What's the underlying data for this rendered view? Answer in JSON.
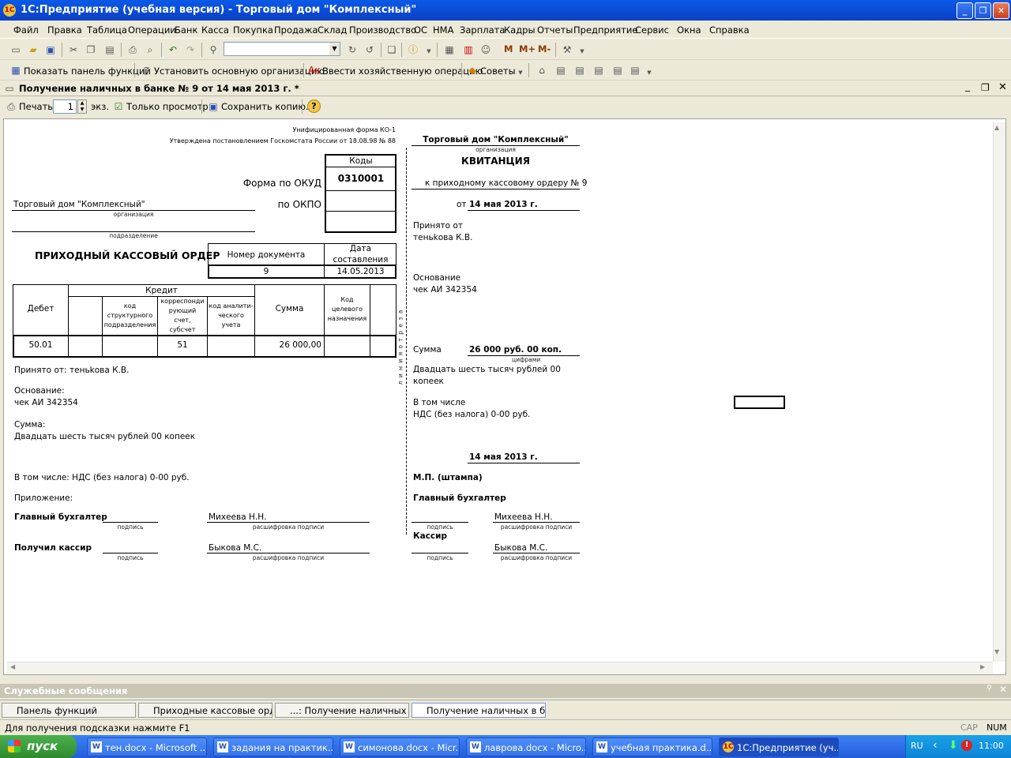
{
  "window": {
    "title": "1С:Предприятие (учебная версия) - Торговый дом \"Комплексный\"",
    "logo": "1С",
    "min": "_",
    "max": "❐",
    "close": "✕"
  },
  "menu": [
    "Файл",
    "Правка",
    "Таблица",
    "Операции",
    "Банк",
    "Касса",
    "Покупка",
    "Продажа",
    "Склад",
    "Производство",
    "ОС",
    "НМА",
    "Зарплата",
    "Кадры",
    "Отчеты",
    "Предприятие",
    "Сервис",
    "Окна",
    "Справка"
  ],
  "toolbar1": {
    "m": "M",
    "mplus": "M+",
    "mminus": "M-"
  },
  "toolbar2": {
    "panel": "Показать панель функций",
    "org": "Установить основную организацию",
    "op": "Ввести хозяйственную операцию",
    "tips": "Советы"
  },
  "doc": {
    "title": "Получение наличных в банке № 9 от 14 мая 2013 г. *",
    "print": "Печать",
    "copies": "1",
    "copies_unit": "экз.",
    "view": "Только просмотр",
    "save": "Сохранить копию..."
  },
  "form": {
    "unif": "Унифицированная форма КО-1",
    "appr": "Утверждена постановлением Госкомстата России от 18.08.98 № 88",
    "codes": "Коды",
    "okud_lbl": "Форма по ОКУД",
    "okud": "0310001",
    "okpo_lbl": "по ОКПО",
    "org": "Торговый дом \"Комплексный\"",
    "org_cap": "организация",
    "dept_cap": "подразделение",
    "title": "ПРИХОДНЫЙ КАССОВЫЙ ОРДЕР",
    "num_hdr": "Номер документа",
    "date_hdr1": "Дата",
    "date_hdr2": "составления",
    "num": "9",
    "date": "14.05.2013",
    "debit": "Дебет",
    "credit": "Кредит",
    "c1": [
      "код",
      "структурного",
      "подразделения"
    ],
    "c2": [
      "корреспонди",
      "рующий",
      "счет,",
      "субсчет"
    ],
    "c3": [
      "код аналити-",
      "ческого",
      "учета"
    ],
    "sum_hdr": "Сумма",
    "c5": [
      "Код",
      "целевого",
      "назначения"
    ],
    "r_debit": "50.01",
    "r_acc": "51",
    "r_sum": "26 000,00",
    "from_lbl": "Принято от:",
    "from": "теньkова К.В.",
    "basis_lbl": "Основание:",
    "basis": "чек АИ 342354",
    "sum_lbl": "Сумма:",
    "sum_words": "Двадцать шесть тысяч рублей 00 копеек",
    "vat": "В том числе: НДС (без налога) 0-00 руб.",
    "appendix": "Приложение:",
    "chief": "Главный бухгалтер",
    "sign": "подпись",
    "chief_name": "Михеева Н.Н.",
    "decode": "расшифровка подписи",
    "cashier": "Получил кассир",
    "cashier_name": "Быкова М.С.",
    "cut": "л и н и я   о т р е з а",
    "k_org": "Торговый дом \"Комплексный\"",
    "k_org_cap": "организация",
    "k_title": "КВИТАНЦИЯ",
    "k_to": "к приходному кассовому ордеру № 9",
    "k_from": "от",
    "k_date": "14 мая 2013 г.",
    "k_acc_lbl": "Принято от",
    "k_acc": "теньkова К.В.",
    "k_basis_lbl": "Основание",
    "k_basis": "чек АИ 342354",
    "k_sum_lbl": "Сумма",
    "k_sum": "26 000 руб. 00 коп.",
    "k_digits": "цифрами",
    "k_words1": "Двадцать шесть тысяч рублей 00",
    "k_words2": "копеек",
    "k_incl": "В том числе",
    "k_vat": "НДС (без налога) 0-00 руб.",
    "k_date2": "14 мая 2013 г.",
    "k_mp": "М.П. (штампа)",
    "k_chief": "Главный бухгалтер",
    "k_chief_name": "Михеева Н.Н.",
    "k_cashier": "Кассир",
    "k_cashier_name": "Быкова М.С."
  },
  "service": "Служебные сообщения",
  "tasks": [
    "Панель функций",
    "Приходные кассовые ордера",
    "...: Получение наличных в б...",
    "Получение наличных в банк..."
  ],
  "status": {
    "hint": "Для получения подсказки нажмите F1",
    "cap": "CAP",
    "num": "NUM"
  },
  "taskbar": {
    "start": "пуск",
    "items": [
      "тен.docx - Microsoft ...",
      "задания на практик...",
      "симонова.docx - Micr...",
      "лаврова.docx - Micro...",
      "учебная практика.d...",
      "1С:Предприятие (уч..."
    ],
    "lang": "RU",
    "time": "11:00"
  }
}
